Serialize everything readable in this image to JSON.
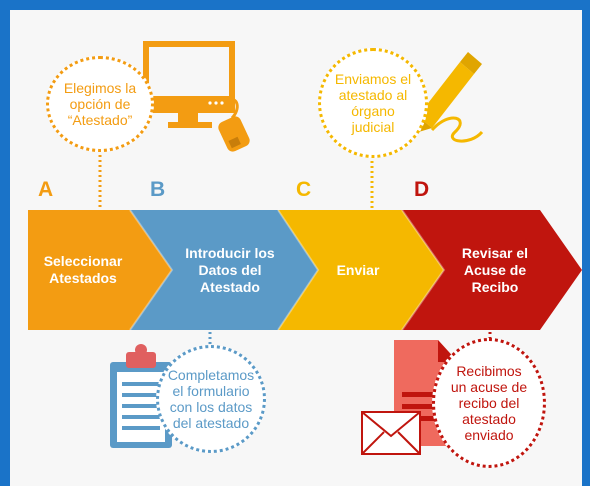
{
  "steps": [
    {
      "letter": "A",
      "label": "Seleccionar Atestados",
      "color": "#f39c12"
    },
    {
      "letter": "B",
      "label": "Introducir los Datos del Atestado",
      "color": "#5b9ac7"
    },
    {
      "letter": "C",
      "label": "Enviar",
      "color": "#f5b800"
    },
    {
      "letter": "D",
      "label": "Revisar el Acuse de Recibo",
      "color": "#c0150e"
    }
  ],
  "bubbles": {
    "a": "Elegimos la opción de “Atestado”",
    "b": "Completamos el formulario con los datos del atestado",
    "c": "Enviamos el atestado al órgano judicial",
    "d": "Recibimos un acuse de recibo del atestado enviado"
  },
  "colors": {
    "frame": "#1a73c8",
    "a": "#f39c12",
    "b": "#5b9ac7",
    "c": "#f5b800",
    "d": "#c0150e"
  },
  "icons": [
    "computer-mouse-icon",
    "pen-signature-icon",
    "clipboard-icon",
    "document-icon",
    "envelope-icon"
  ]
}
